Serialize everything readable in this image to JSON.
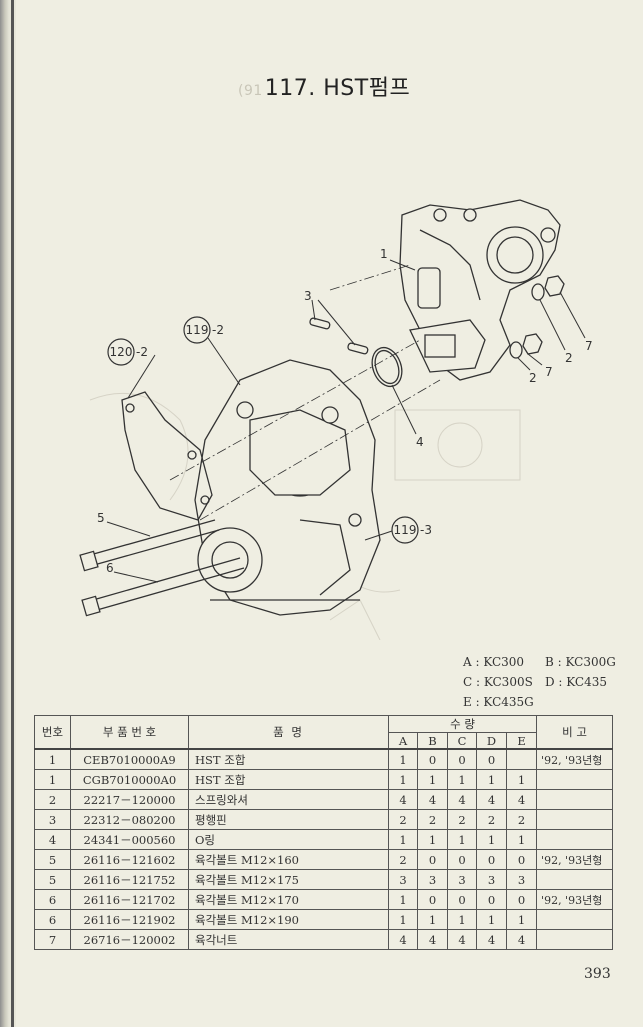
{
  "page": {
    "title_faint": "(91",
    "title": "117. HST펌프",
    "page_number": "393"
  },
  "callouts": {
    "c120_2": {
      "circle": "120",
      "suffix": "-2"
    },
    "c119_2": {
      "circle": "119",
      "suffix": "-2"
    },
    "c119_3": {
      "circle": "119",
      "suffix": "-3"
    },
    "n1": "1",
    "n2a": "2",
    "n2b": "2",
    "n3": "3",
    "n4": "4",
    "n5": "5",
    "n6": "6",
    "n7a": "7",
    "n7b": "7"
  },
  "legend": [
    [
      "A : KC300",
      "B : KC300G"
    ],
    [
      "C : KC300S",
      "D : KC435"
    ],
    [
      "E : KC435G",
      ""
    ]
  ],
  "table": {
    "headers": {
      "no": "번호",
      "part_no": "부 품 번 호",
      "name": "품 명",
      "qty": "수 량",
      "note": "비 고",
      "models": [
        "A",
        "B",
        "C",
        "D",
        "E"
      ]
    },
    "rows": [
      {
        "no": "1",
        "part_no": "CEB7010000A9",
        "name": "HST 조합",
        "qty": [
          "1",
          "0",
          "0",
          "0",
          ""
        ],
        "note": "'92, '93년형"
      },
      {
        "no": "1",
        "part_no": "CGB7010000A0",
        "name": "HST 조합",
        "qty": [
          "1",
          "1",
          "1",
          "1",
          "1"
        ],
        "note": ""
      },
      {
        "no": "2",
        "part_no": "22217－120000",
        "name": "스프링와셔",
        "qty": [
          "4",
          "4",
          "4",
          "4",
          "4"
        ],
        "note": ""
      },
      {
        "no": "3",
        "part_no": "22312－080200",
        "name": "평행핀",
        "qty": [
          "2",
          "2",
          "2",
          "2",
          "2"
        ],
        "note": ""
      },
      {
        "no": "4",
        "part_no": "24341－000560",
        "name": "O링",
        "qty": [
          "1",
          "1",
          "1",
          "1",
          "1"
        ],
        "note": ""
      },
      {
        "no": "5",
        "part_no": "26116－121602",
        "name": "육각볼트 M12×160",
        "qty": [
          "2",
          "0",
          "0",
          "0",
          "0"
        ],
        "note": "'92, '93년형"
      },
      {
        "no": "5",
        "part_no": "26116－121752",
        "name": "육각볼트 M12×175",
        "qty": [
          "3",
          "3",
          "3",
          "3",
          "3"
        ],
        "note": ""
      },
      {
        "no": "6",
        "part_no": "26116－121702",
        "name": "육각볼트 M12×170",
        "qty": [
          "1",
          "0",
          "0",
          "0",
          "0"
        ],
        "note": "'92, '93년형"
      },
      {
        "no": "6",
        "part_no": "26116－121902",
        "name": "육각볼트 M12×190",
        "qty": [
          "1",
          "1",
          "1",
          "1",
          "1"
        ],
        "note": ""
      },
      {
        "no": "7",
        "part_no": "26716－120002",
        "name": "육각너트",
        "qty": [
          "4",
          "4",
          "4",
          "4",
          "4"
        ],
        "note": ""
      }
    ]
  }
}
